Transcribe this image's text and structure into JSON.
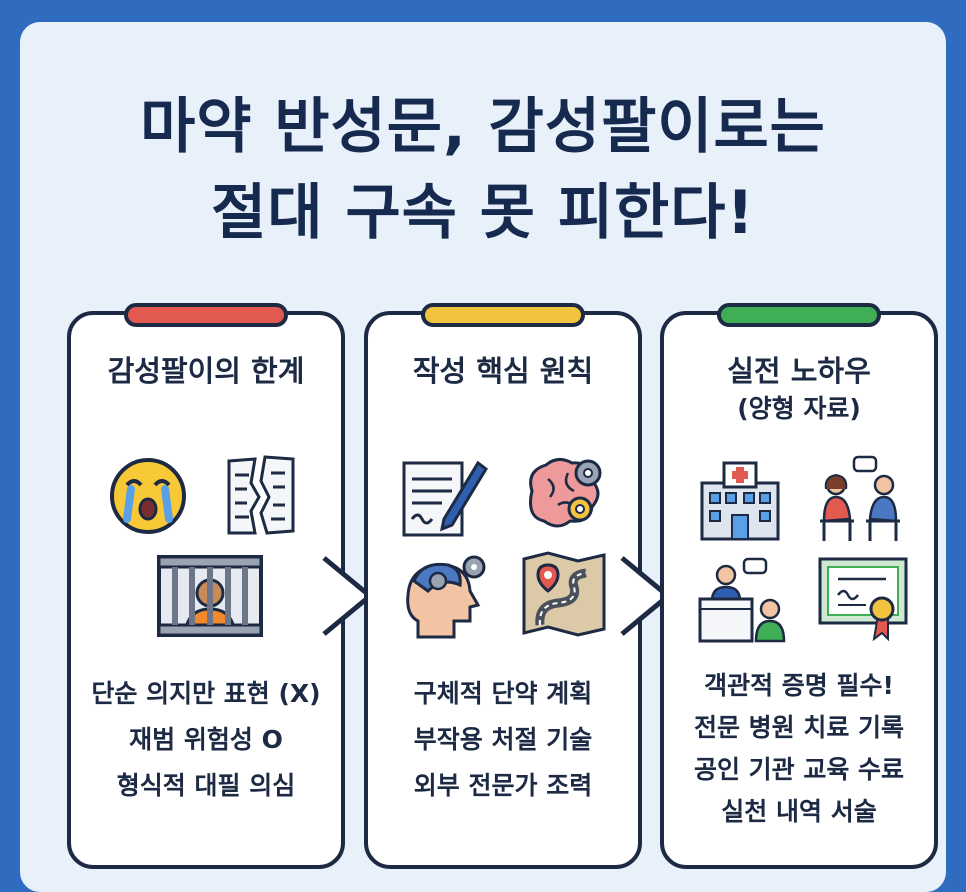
{
  "title": {
    "line1": "마약 반성문, 감성팔이로는",
    "line2": "절대 구속 못 피한다!"
  },
  "colors": {
    "background": "#2f6cc0",
    "panel": "#e8f0fa",
    "title": "#152a4e",
    "tab_red": "#e25a4f",
    "tab_yellow": "#f2c33e",
    "tab_green": "#3fae55"
  },
  "cards": [
    {
      "title": "감성팔이의 한계",
      "subtitle": "",
      "tab_color": "red",
      "icons": [
        "crying-face-icon",
        "torn-document-icon",
        "prison-bars-icon"
      ],
      "items": [
        "단순 의지만 표현 (X)",
        "재범 위험성 O",
        "형식적 대필 의심"
      ]
    },
    {
      "title": "작성 핵심 원칙",
      "subtitle": "",
      "tab_color": "yellow",
      "icons": [
        "writing-document-icon",
        "brain-gear-icon",
        "head-gear-icon",
        "route-map-icon"
      ],
      "items": [
        "구체적 단약 계획",
        "부작용 처절 기술",
        "외부 전문가 조력"
      ]
    },
    {
      "title": "실전 노하우",
      "subtitle": "(양형 자료)",
      "tab_color": "green",
      "icons": [
        "hospital-icon",
        "counseling-icon",
        "lecture-icon",
        "certificate-icon"
      ],
      "items": [
        "객관적 증명 필수!",
        "전문 병원 치료 기록",
        "공인 기관 교육 수료",
        "실천 내역 서술"
      ]
    }
  ]
}
